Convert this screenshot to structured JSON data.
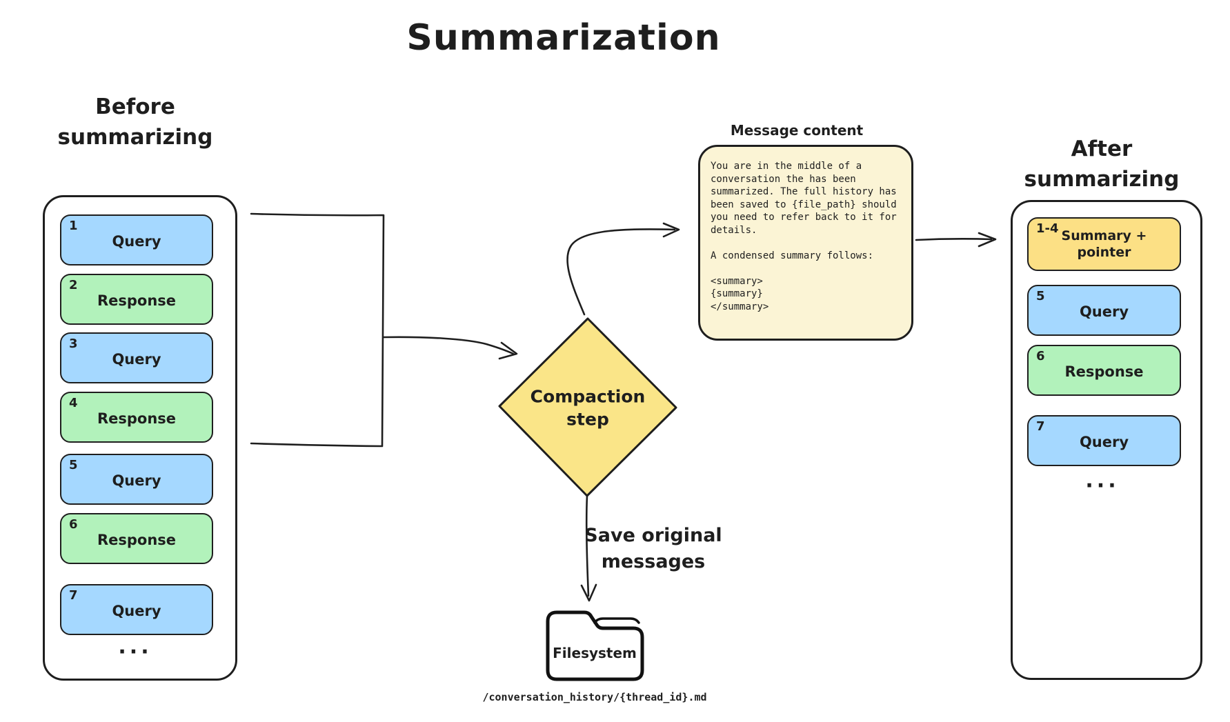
{
  "title": "Summarization",
  "colors": {
    "ink": "#1e1e1e",
    "query_blue": "#a5d8ff",
    "response_green": "#b2f2bb",
    "summary_yellow": "#fce085",
    "diamond_yellow": "#fae588",
    "note_cream": "#fbf4d5"
  },
  "before": {
    "heading": "Before\nsummarizing",
    "items": [
      {
        "num": "1",
        "label": "Query"
      },
      {
        "num": "2",
        "label": "Response"
      },
      {
        "num": "3",
        "label": "Query"
      },
      {
        "num": "4",
        "label": "Response"
      },
      {
        "num": "5",
        "label": "Query"
      },
      {
        "num": "6",
        "label": "Response"
      },
      {
        "num": "7",
        "label": "Query"
      }
    ],
    "ellipsis": "..."
  },
  "compaction_step": {
    "label": "Compaction\nstep"
  },
  "message_note": {
    "heading": "Message content",
    "body": "You are in the middle of a\nconversation the has been\nsummarized. The full history has\nbeen saved to {file_path} should\nyou need to refer back to it for\ndetails.\n\nA condensed summary follows:\n\n<summary>\n{summary}\n</summary>"
  },
  "save_label": "Save original\nmessages",
  "filesystem": {
    "label": "Filesystem",
    "path": "/conversation_history/{thread_id}.md"
  },
  "after": {
    "heading": "After\nsummarizing",
    "items": [
      {
        "num": "1-4",
        "label": "Summary +\npointer"
      },
      {
        "num": "5",
        "label": "Query"
      },
      {
        "num": "6",
        "label": "Response"
      },
      {
        "num": "7",
        "label": "Query"
      }
    ],
    "ellipsis": "..."
  }
}
